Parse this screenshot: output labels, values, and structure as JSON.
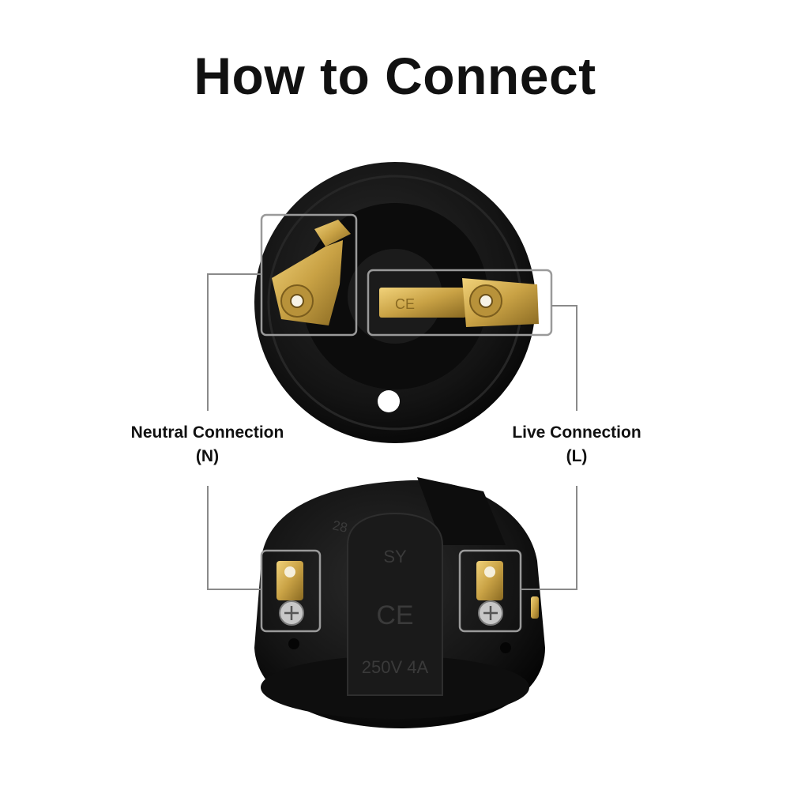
{
  "title": "How to Connect",
  "labels": {
    "neutral": {
      "line1": "Neutral Connection",
      "line2": "(N)"
    },
    "live": {
      "line1": "Live Connection",
      "line2": "(L)"
    }
  },
  "embossed": {
    "number": "28",
    "brand": "SY",
    "ce": "CE",
    "rating": "250V 4A"
  },
  "colors": {
    "callout_line": "#8a8a8a",
    "brass": "#c9a245",
    "body": "#141414"
  }
}
